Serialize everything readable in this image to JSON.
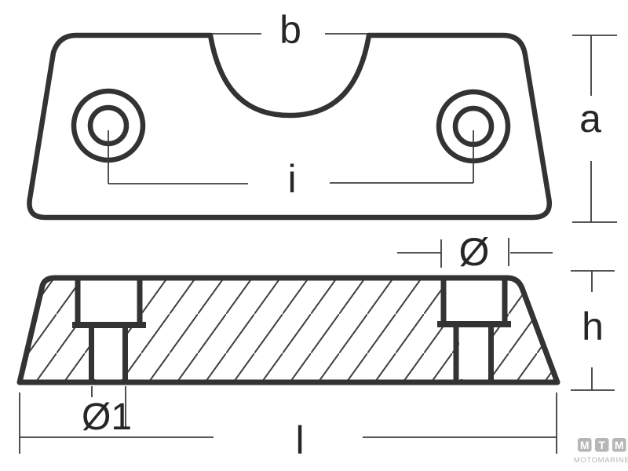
{
  "drawing": {
    "description": "Dimensioned technical drawing of a plate anode: plan view (top) and hatched cross-section view (bottom)",
    "colors": {
      "outline": "#333333",
      "thin_line": "#3d3d3d",
      "hatch": "#404040",
      "label_text": "#262626",
      "watermark": "#b6b6b6",
      "background": "#ffffff"
    },
    "plan_view": {
      "labels": {
        "notch_width": "b",
        "height": "a",
        "hole_spacing": "i"
      }
    },
    "section_view": {
      "labels": {
        "counterbore_diameter": "Ø",
        "height": "h",
        "hole_diameter": "Ø1",
        "length": "l"
      }
    },
    "watermark": {
      "letters": [
        "M",
        "T",
        "M"
      ],
      "name": "MOTOMARINE"
    }
  }
}
